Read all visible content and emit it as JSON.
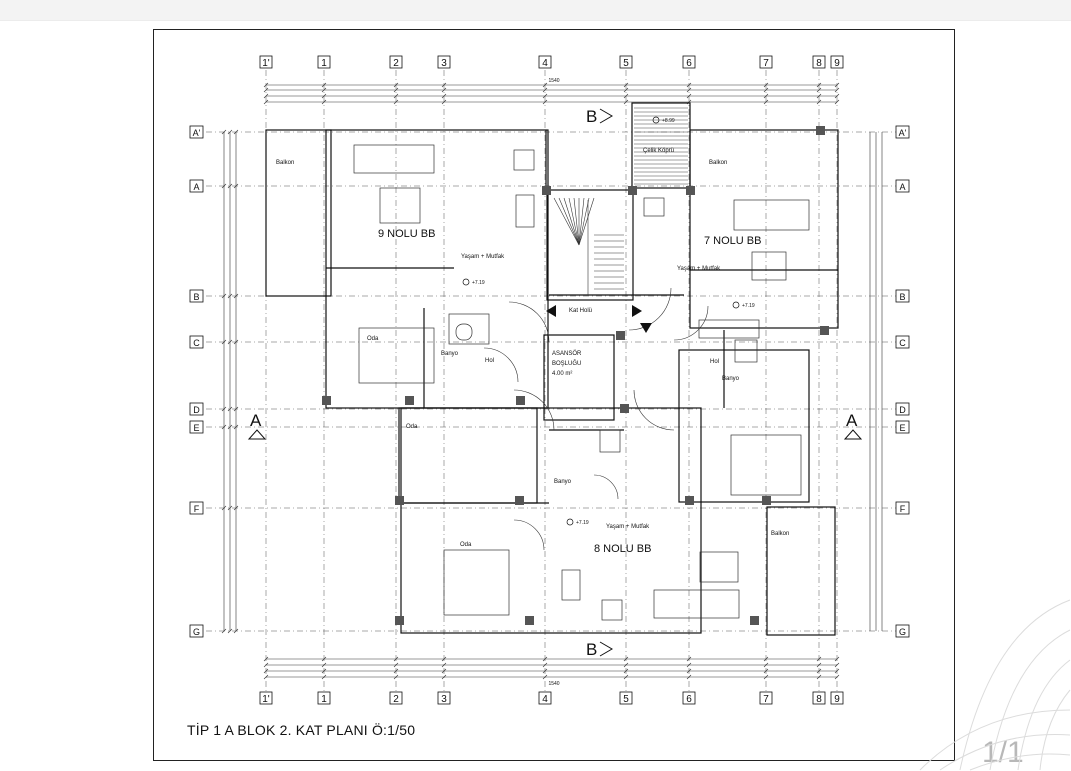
{
  "sheet": {
    "caption": "TİP 1 A BLOK 2. KAT PLANI  Ö:1/50",
    "page_indicator": "1/1"
  },
  "units": {
    "u9": "9 NOLU BB",
    "u7": "7 NOLU BB",
    "u8": "8 NOLU BB"
  },
  "grid": {
    "columns": [
      "1'",
      "1",
      "2",
      "3",
      "4",
      "5",
      "6",
      "7",
      "8",
      "9"
    ],
    "rows": [
      "A'",
      "A",
      "B",
      "C",
      "D",
      "E",
      "F",
      "G"
    ]
  },
  "sections": {
    "b_top": "B",
    "b_bottom": "B",
    "a_left": "A",
    "a_right": "A"
  },
  "rooms": {
    "balkon_nw": "Balkon",
    "balkon_ne": "Balkon",
    "balkon_se": "Balkon",
    "celik_kopru": "Çelik Köprü",
    "yasam_mutfak_9": "Yaşam + Mutfak",
    "yasam_mutfak_7": "Yaşam + Mutfak",
    "yasam_mutfak_8": "Yaşam + Mutfak",
    "oda_9": "Oda",
    "oda_e": "Oda",
    "oda_8": "Oda",
    "banyo_9": "Banyo",
    "banyo_7": "Banyo",
    "banyo_8": "Banyo",
    "hol_9": "Hol",
    "hol_7": "Hol",
    "kat_holu": "Kat Holü",
    "asansor_1": "ASANSÖR",
    "asansor_2": "BOŞLUĞU",
    "asansor_3": "4.00 m²"
  },
  "levels": {
    "l1": "+7.19",
    "l2": "+7.19",
    "l3": "+7.19",
    "l4": "+8.99"
  },
  "dimensions": {
    "total_top": "1540",
    "total_bottom": "1540"
  }
}
